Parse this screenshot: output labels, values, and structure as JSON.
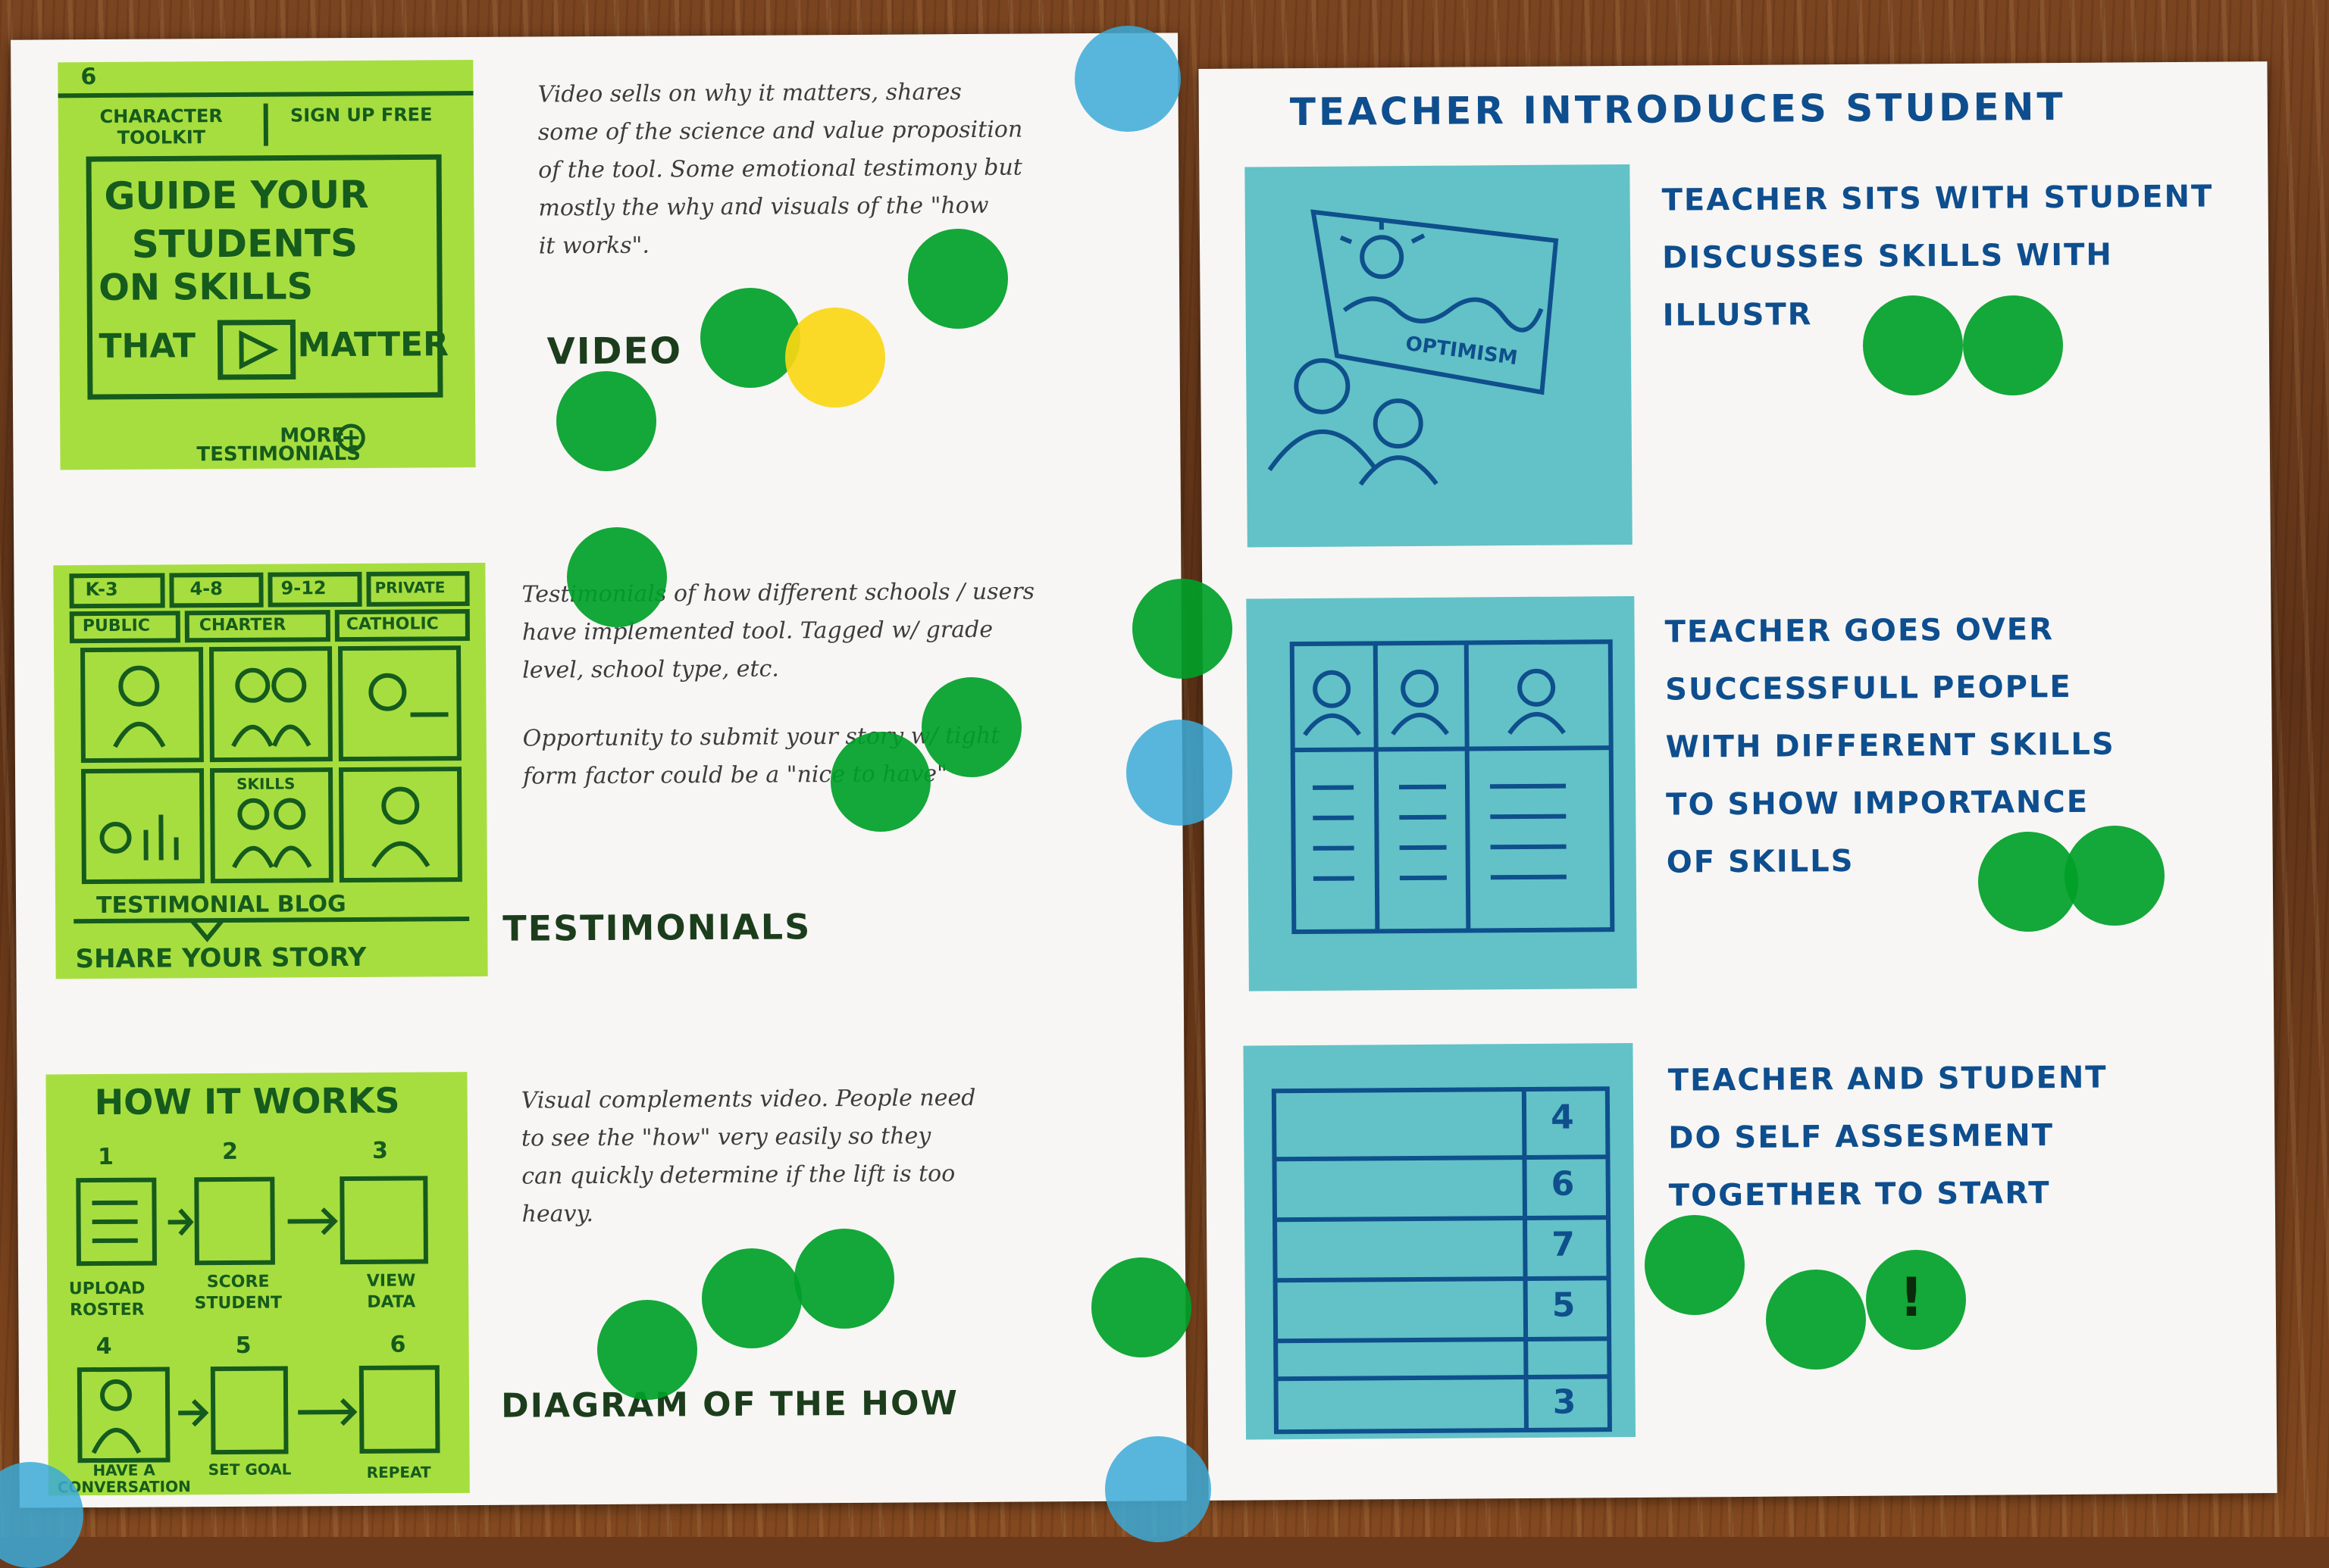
{
  "left_sheet": {
    "video": {
      "sticky": {
        "corner_mark": "6",
        "nav_left": "CHARACTER TOOLKIT",
        "nav_right": "SIGN UP FREE",
        "headline": [
          "GUIDE YOUR",
          "STUDENTS",
          "ON SKILLS",
          "THAT",
          "MATTER"
        ],
        "footer": [
          "MORE",
          "TESTIMONIALS"
        ]
      },
      "note": [
        "Video sells on why it matters, shares",
        "some of the science and value proposition",
        "of the tool. Some emotional testimony but",
        "mostly the why and visuals of the \"how",
        "it works\"."
      ],
      "label": "VIDEO"
    },
    "testimonials": {
      "sticky": {
        "filters_top": [
          "K-3",
          "4-8",
          "9-12",
          "PRIVATE"
        ],
        "filters_bottom": [
          "PUBLIC",
          "CHARTER",
          "CATHOLIC"
        ],
        "tile_label": "SKILLS",
        "blog": "TESTIMONIAL BLOG",
        "share": "SHARE YOUR STORY"
      },
      "note": [
        "Testimonials of how different schools / users",
        "have implemented tool. Tagged w/ grade",
        "level, school type, etc.",
        "",
        "Opportunity to submit your story w/ tight",
        "form factor could be a \"nice to have\""
      ],
      "label": "TESTIMONIALS"
    },
    "how": {
      "sticky": {
        "title": "HOW IT WORKS",
        "steps": [
          {
            "num": "1",
            "caption": "UPLOAD ROSTER"
          },
          {
            "num": "2",
            "caption": "SCORE STUDENT"
          },
          {
            "num": "3",
            "caption": "VIEW DATA"
          },
          {
            "num": "4",
            "caption": "HAVE A CONVERSATION"
          },
          {
            "num": "5",
            "caption": "SET GOAL"
          },
          {
            "num": "6",
            "caption": "REPEAT"
          }
        ]
      },
      "note": [
        "Visual complements video. People need",
        "to see the \"how\" very easily so they",
        "can quickly determine if the lift is too",
        "heavy."
      ],
      "label": "DIAGRAM OF THE HOW"
    }
  },
  "right_sheet": {
    "title": "TEACHER INTRODUCES STUDENT",
    "panels": [
      {
        "sticky_label": "OPTIMISM",
        "text": [
          "TEACHER SITS WITH STUDENT",
          "DISCUSSES SKILLS WITH ILLUSTR"
        ]
      },
      {
        "sticky_label": "",
        "text": [
          "TEACHER GOES OVER",
          "SUCCESSFULL PEOPLE",
          "WITH DIFFERENT SKILLS",
          "TO SHOW IMPORTANCE",
          "OF SKILLS"
        ]
      },
      {
        "sticky_scores": [
          "4",
          "6",
          "7",
          "5",
          "3"
        ],
        "text": [
          "TEACHER AND STUDENT",
          "DO SELF ASSESMENT",
          "TOGETHER TO START"
        ]
      }
    ],
    "exclamation": "!"
  },
  "colors": {
    "sticky_green": "#a7de3f",
    "sticky_blue": "#62c2c7",
    "dot_green": "#00a028",
    "dot_yellow": "#fad714",
    "dot_blue": "#3caad7",
    "ink_blue": "#0e4e8e",
    "ink_green": "#155b1d"
  }
}
